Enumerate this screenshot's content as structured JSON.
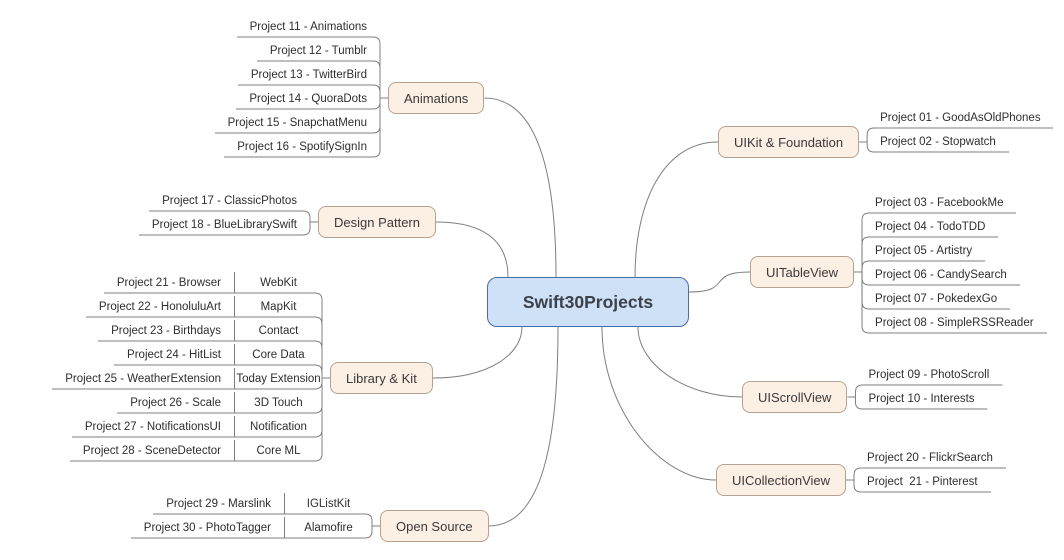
{
  "center": {
    "label": "Swift30Projects"
  },
  "colors": {
    "center_fill": "#cfe1f7",
    "center_border": "#4a6da8",
    "center_text": "#3c4149",
    "branch_fill": "#fcf0e5",
    "branch_border": "#b3a291",
    "line": "#7f7f7f",
    "text": "#2e2e2e"
  },
  "branches": [
    {
      "label": "Animations",
      "children": [
        {
          "text": "Project 11 - Animations"
        },
        {
          "text": "Project 12 - Tumblr"
        },
        {
          "text": "Project 13 - TwitterBird"
        },
        {
          "text": "Project 14 - QuoraDots"
        },
        {
          "text": "Project 15 - SnapchatMenu"
        },
        {
          "text": "Project 16 - SpotifySignIn"
        }
      ]
    },
    {
      "label": "Design Pattern",
      "children": [
        {
          "text": "Project 17 - ClassicPhotos"
        },
        {
          "text": "Project 18 - BlueLibrarySwift"
        }
      ]
    },
    {
      "label": "Library & Kit",
      "children": [
        {
          "text": "Project 21 - Browser",
          "tag": "WebKit"
        },
        {
          "text": "Project 22 - HonoluluArt",
          "tag": "MapKit"
        },
        {
          "text": "Project 23 - Birthdays",
          "tag": "Contact"
        },
        {
          "text": "Project 24 - HitList",
          "tag": "Core Data"
        },
        {
          "text": "Project 25 - WeatherExtension",
          "tag": "Today Extension"
        },
        {
          "text": "Project 26 - Scale",
          "tag": "3D Touch"
        },
        {
          "text": "Project 27 - NotificationsUI",
          "tag": "Notification"
        },
        {
          "text": "Project 28 - SceneDetector",
          "tag": "Core ML"
        }
      ]
    },
    {
      "label": "Open Source",
      "children": [
        {
          "text": "Project 29 - Marslink",
          "tag": "IGListKit"
        },
        {
          "text": "Project 30 - PhotoTagger",
          "tag": "Alamofire"
        }
      ]
    },
    {
      "label": "UIKit & Foundation",
      "children": [
        {
          "text": "Project 01 - GoodAsOldPhones"
        },
        {
          "text": "Project 02 - Stopwatch"
        }
      ]
    },
    {
      "label": "UITableView",
      "children": [
        {
          "text": "Project 03 - FacebookMe"
        },
        {
          "text": "Project 04 - TodoTDD"
        },
        {
          "text": "Project 05 - Artistry"
        },
        {
          "text": "Project 06 - CandySearch"
        },
        {
          "text": "Project 07 - PokedexGo"
        },
        {
          "text": "Project 08 - SimpleRSSReader"
        }
      ]
    },
    {
      "label": "UIScrollView",
      "children": [
        {
          "text": "Project 09 - PhotoScroll"
        },
        {
          "text": "Project 10 - Interests"
        }
      ]
    },
    {
      "label": "UICollectionView",
      "children": [
        {
          "text": "Project 20 - FlickrSearch"
        },
        {
          "text": "Project  21 - Pinterest"
        }
      ]
    }
  ]
}
